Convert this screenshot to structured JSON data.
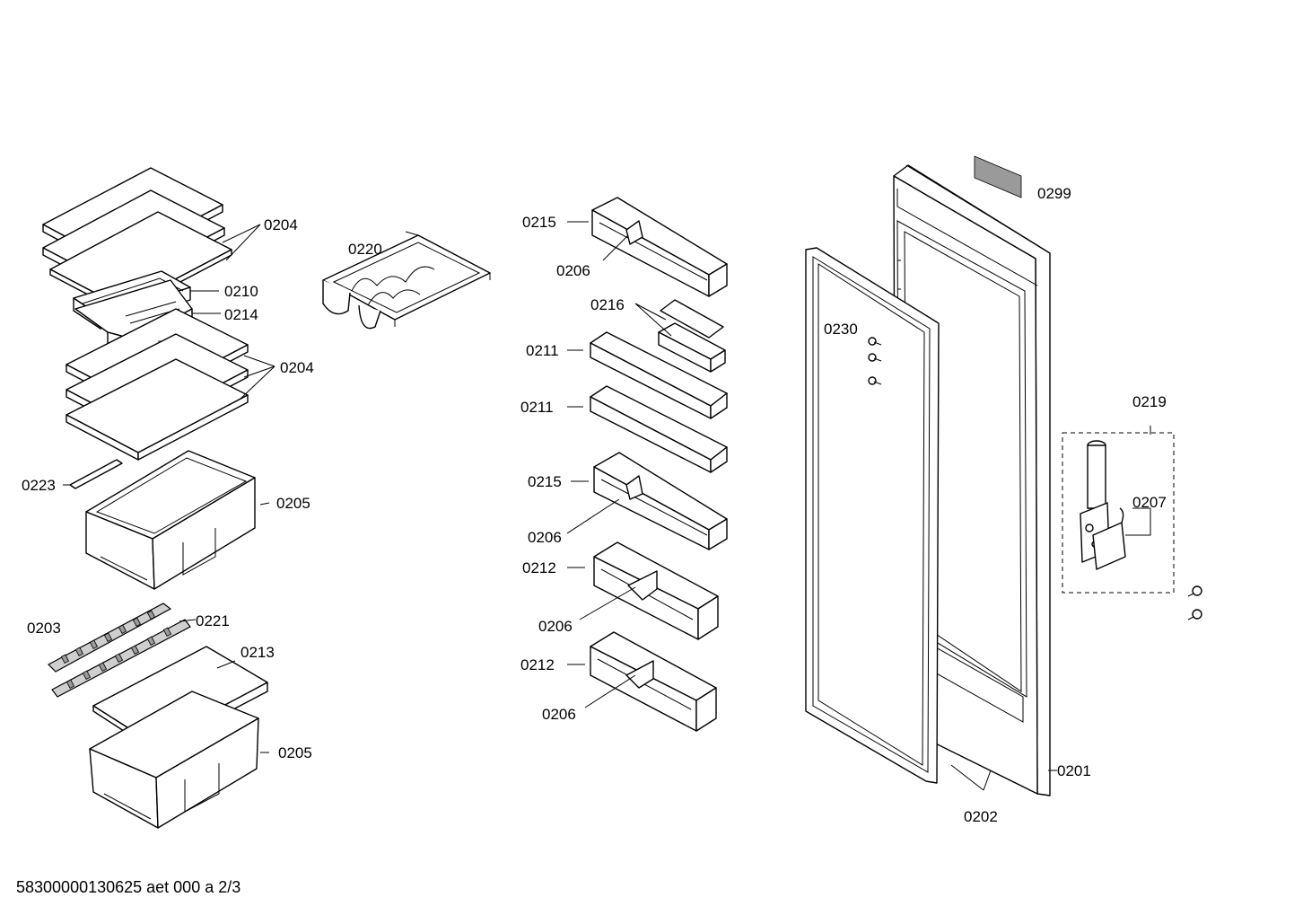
{
  "document_id": "58300000130625 aet 000 a 2/3",
  "part_labels": {
    "p0204a": "0204",
    "p0220": "0220",
    "p0210": "0210",
    "p0214": "0214",
    "p0204b": "0204",
    "p0223": "0223",
    "p0205a": "0205",
    "p0203": "0203",
    "p0221": "0221",
    "p0213": "0213",
    "p0205b": "0205",
    "p0215a": "0215",
    "p0206a": "0206",
    "p0216": "0216",
    "p0211a": "0211",
    "p0211b": "0211",
    "p0215b": "0215",
    "p0206b": "0206",
    "p0212a": "0212",
    "p0206c": "0206",
    "p0212b": "0212",
    "p0206d": "0206",
    "p0230": "0230",
    "p0299": "0299",
    "p0219": "0219",
    "p0207": "0207",
    "p0201": "0201",
    "p0202": "0202"
  }
}
